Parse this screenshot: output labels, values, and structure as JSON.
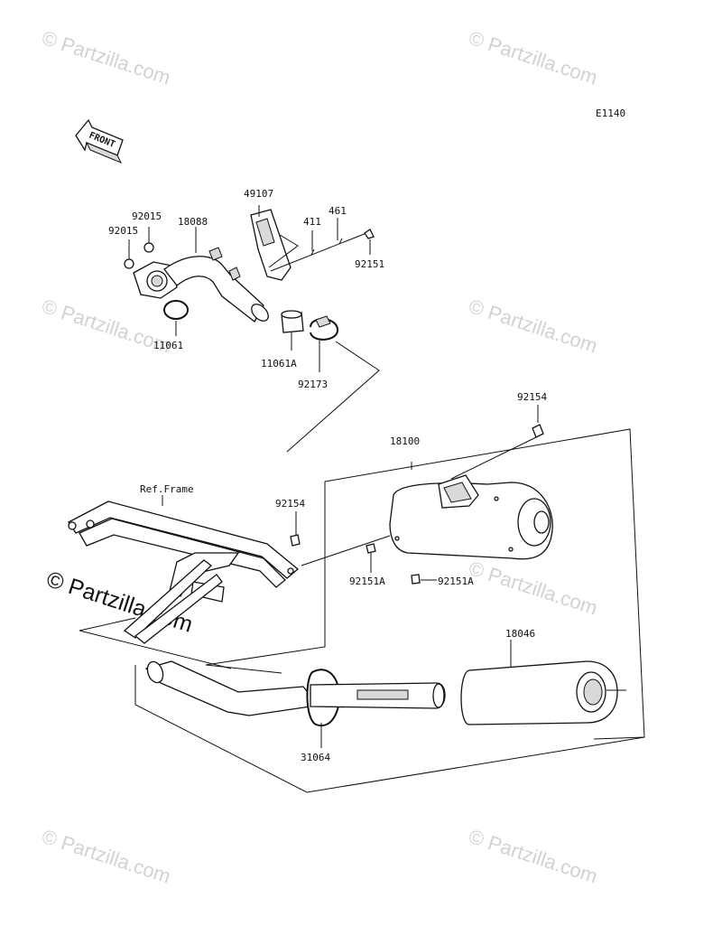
{
  "diagram": {
    "code": "E1140",
    "front_label": "FRONT",
    "ref_frame_label": "Ref.Frame",
    "watermark": "© Partzilla.com",
    "parts": {
      "p92015a": "92015",
      "p92015b": "92015",
      "p18088": "18088",
      "p49107": "49107",
      "p411": "411",
      "p461": "461",
      "p92151": "92151",
      "p11061": "11061",
      "p11061A": "11061A",
      "p92173": "92173",
      "p92154a": "92154",
      "p18100": "18100",
      "p92154b": "92154",
      "p92151A_a": "92151A",
      "p92151A_b": "92151A",
      "p18046": "18046",
      "p31064": "31064"
    }
  },
  "colors": {
    "line": "#111111",
    "watermark": "#d2d2d2",
    "background": "#ffffff"
  }
}
